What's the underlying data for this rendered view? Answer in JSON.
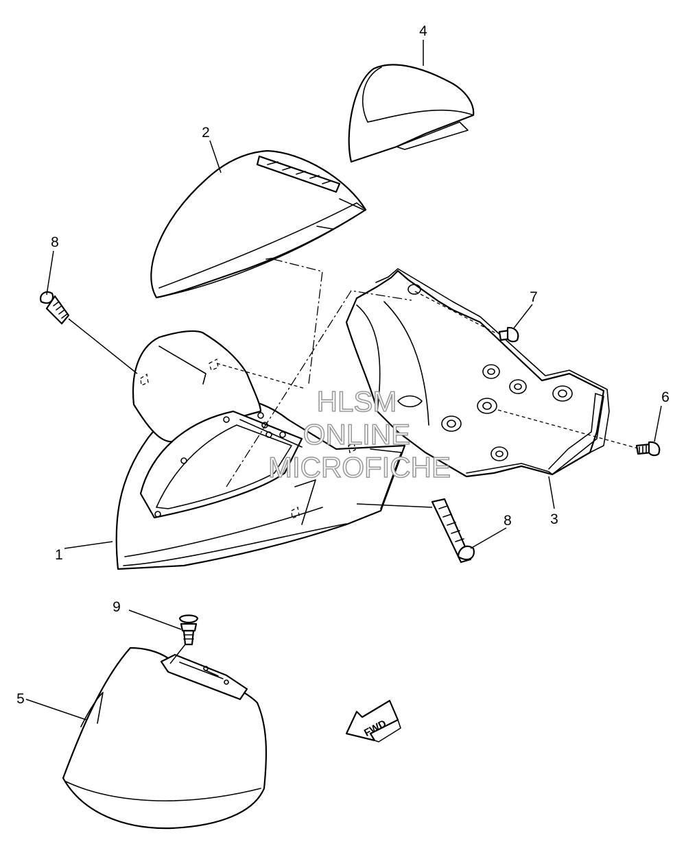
{
  "diagram": {
    "callouts": [
      "1",
      "2",
      "3",
      "4",
      "5",
      "6",
      "7",
      "8",
      "8",
      "9"
    ],
    "direction_label": "FWD",
    "watermark": [
      "HLSM",
      "ONLINE",
      "MICROFICHE"
    ]
  }
}
